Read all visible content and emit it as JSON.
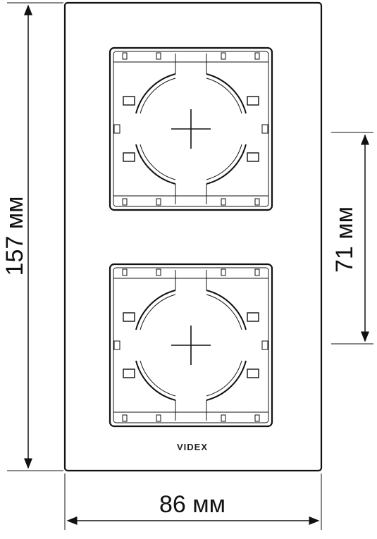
{
  "dimensions": {
    "height_label": "157 мм",
    "width_label": "86 мм",
    "module_label": "71 мм"
  },
  "brand": {
    "logo_text": "VIDEX"
  },
  "colors": {
    "line": "#111111",
    "background": "#ffffff"
  }
}
